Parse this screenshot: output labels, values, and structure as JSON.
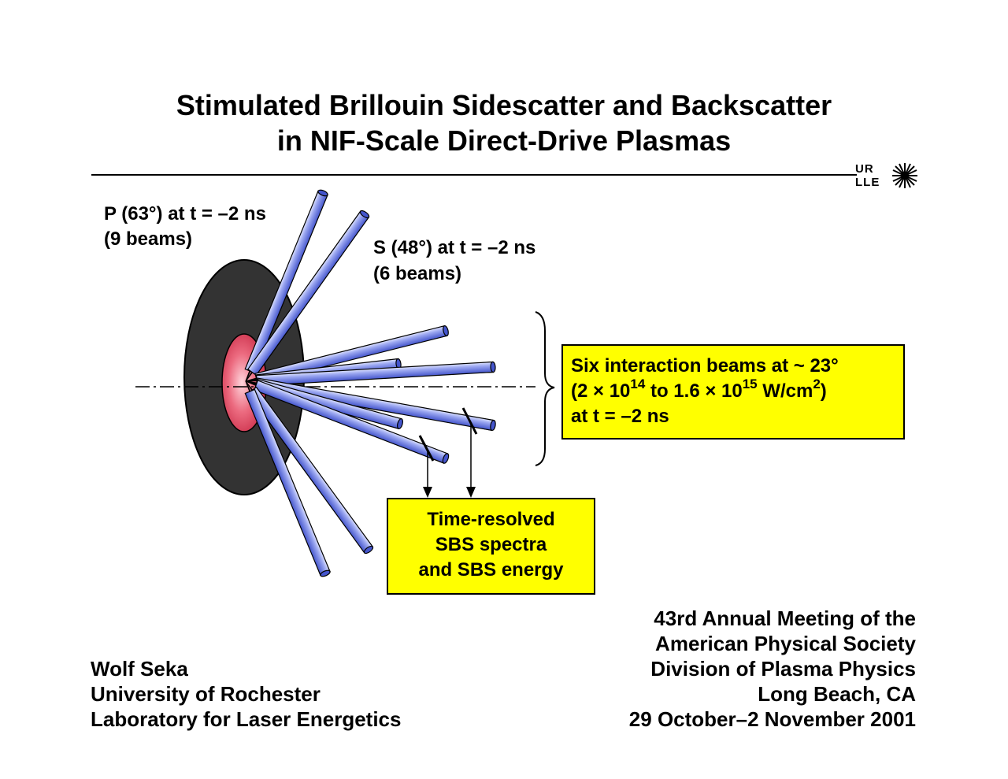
{
  "title": {
    "line1": "Stimulated Brillouin Sidescatter and Backscatter",
    "line2": "in NIF-Scale Direct-Drive Plasmas"
  },
  "logo": {
    "top": "UR",
    "bottom": "LLE"
  },
  "labels": {
    "p_beams_line1": "P (63°) at t = –2 ns",
    "p_beams_line2": "(9 beams)",
    "s_beams_line1": "S (48°) at t = –2 ns",
    "s_beams_line2": "(6 beams)"
  },
  "interaction_box": {
    "line1": "Six interaction beams at ~ 23°",
    "line2_a": "(2 × 10",
    "line2_exp1": "14",
    "line2_b": " to 1.6 × 10",
    "line2_exp2": "15",
    "line2_c": " W/cm",
    "line2_exp3": "2",
    "line2_d": ")",
    "line3": "at t = –2 ns"
  },
  "sbs_box": {
    "line1": "Time-resolved",
    "line2": "SBS spectra",
    "line3": "and SBS energy"
  },
  "author": {
    "name": "Wolf Seka",
    "affiliation1": "University of Rochester",
    "affiliation2": "Laboratory for Laser Energetics"
  },
  "meeting": {
    "line1": "43rd Annual Meeting of the",
    "line2": "American Physical Society",
    "line3": "Division of Plasma Physics",
    "line4": "Long Beach, CA",
    "line5": "29 October–2 November 2001"
  },
  "colors": {
    "beam_fill": "#5c6ee0",
    "beam_highlight": "#dde2ff",
    "target": "#333333",
    "plasma": "#e0405a",
    "box_fill": "#ffff00"
  }
}
